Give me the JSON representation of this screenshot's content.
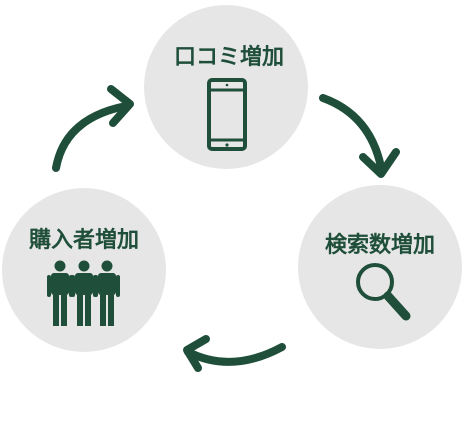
{
  "colors": {
    "circle_fill": "#e6e6e6",
    "accent": "#1f4f3a",
    "background": "#ffffff"
  },
  "nodes": [
    {
      "label": "口コミ増加",
      "icon": "smartphone-icon"
    },
    {
      "label": "検索数増加",
      "icon": "magnifier-icon"
    },
    {
      "label": "購入者増加",
      "icon": "people-icon"
    }
  ],
  "arrows": [
    {
      "from": "口コミ増加",
      "to": "検索数増加"
    },
    {
      "from": "検索数増加",
      "to": "購入者増加"
    },
    {
      "from": "購入者増加",
      "to": "口コミ増加"
    }
  ]
}
